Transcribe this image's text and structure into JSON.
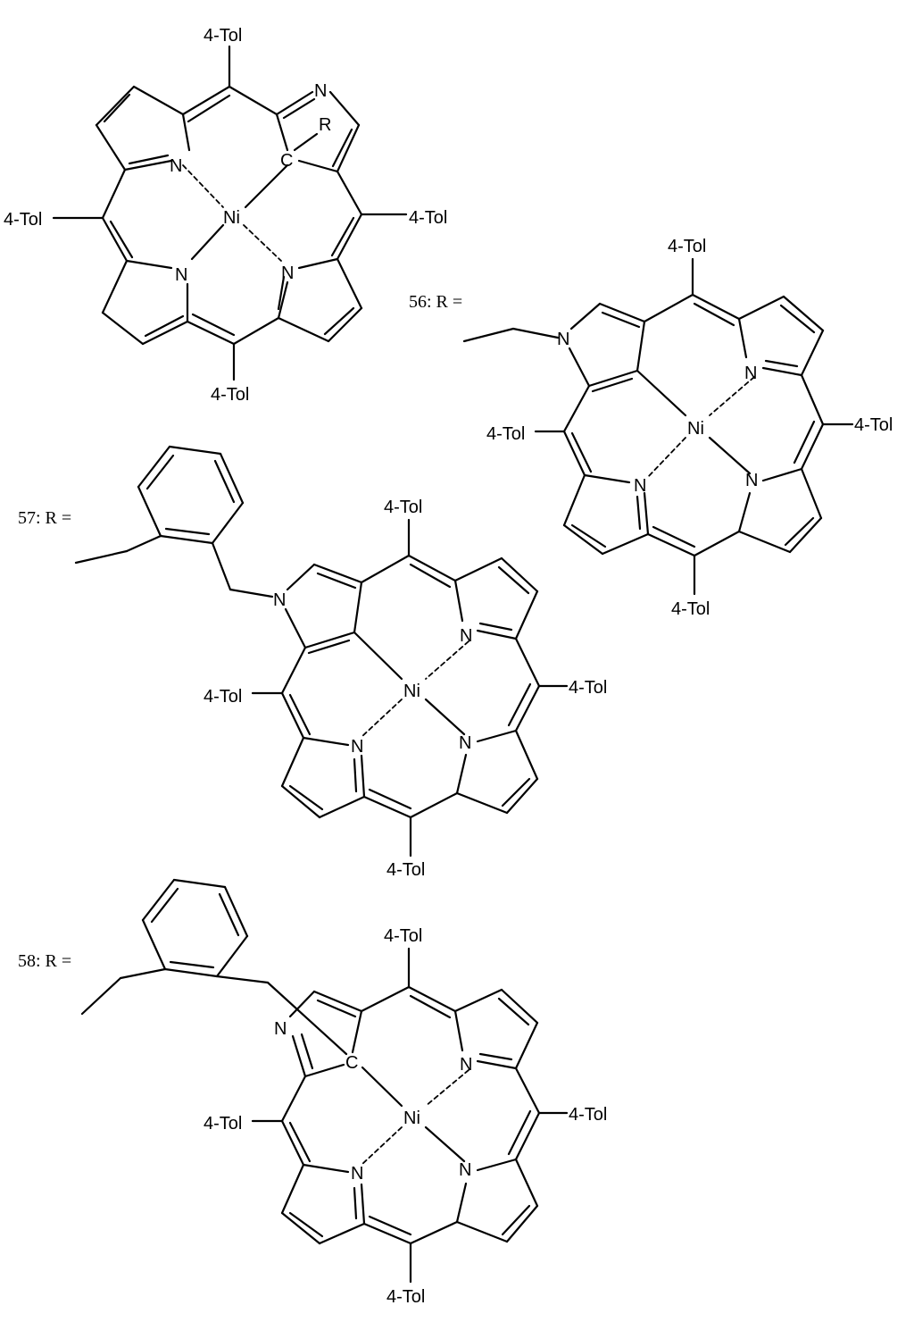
{
  "substituent": "4-Tol",
  "metal": "Ni",
  "nitrogen": "N",
  "carbon": "C",
  "r_group": "R",
  "compounds": [
    {
      "number": "56",
      "caption_suffix": ": R ="
    },
    {
      "number": "57",
      "caption_suffix": ": R ="
    },
    {
      "number": "58",
      "caption_suffix": ": R ="
    }
  ]
}
